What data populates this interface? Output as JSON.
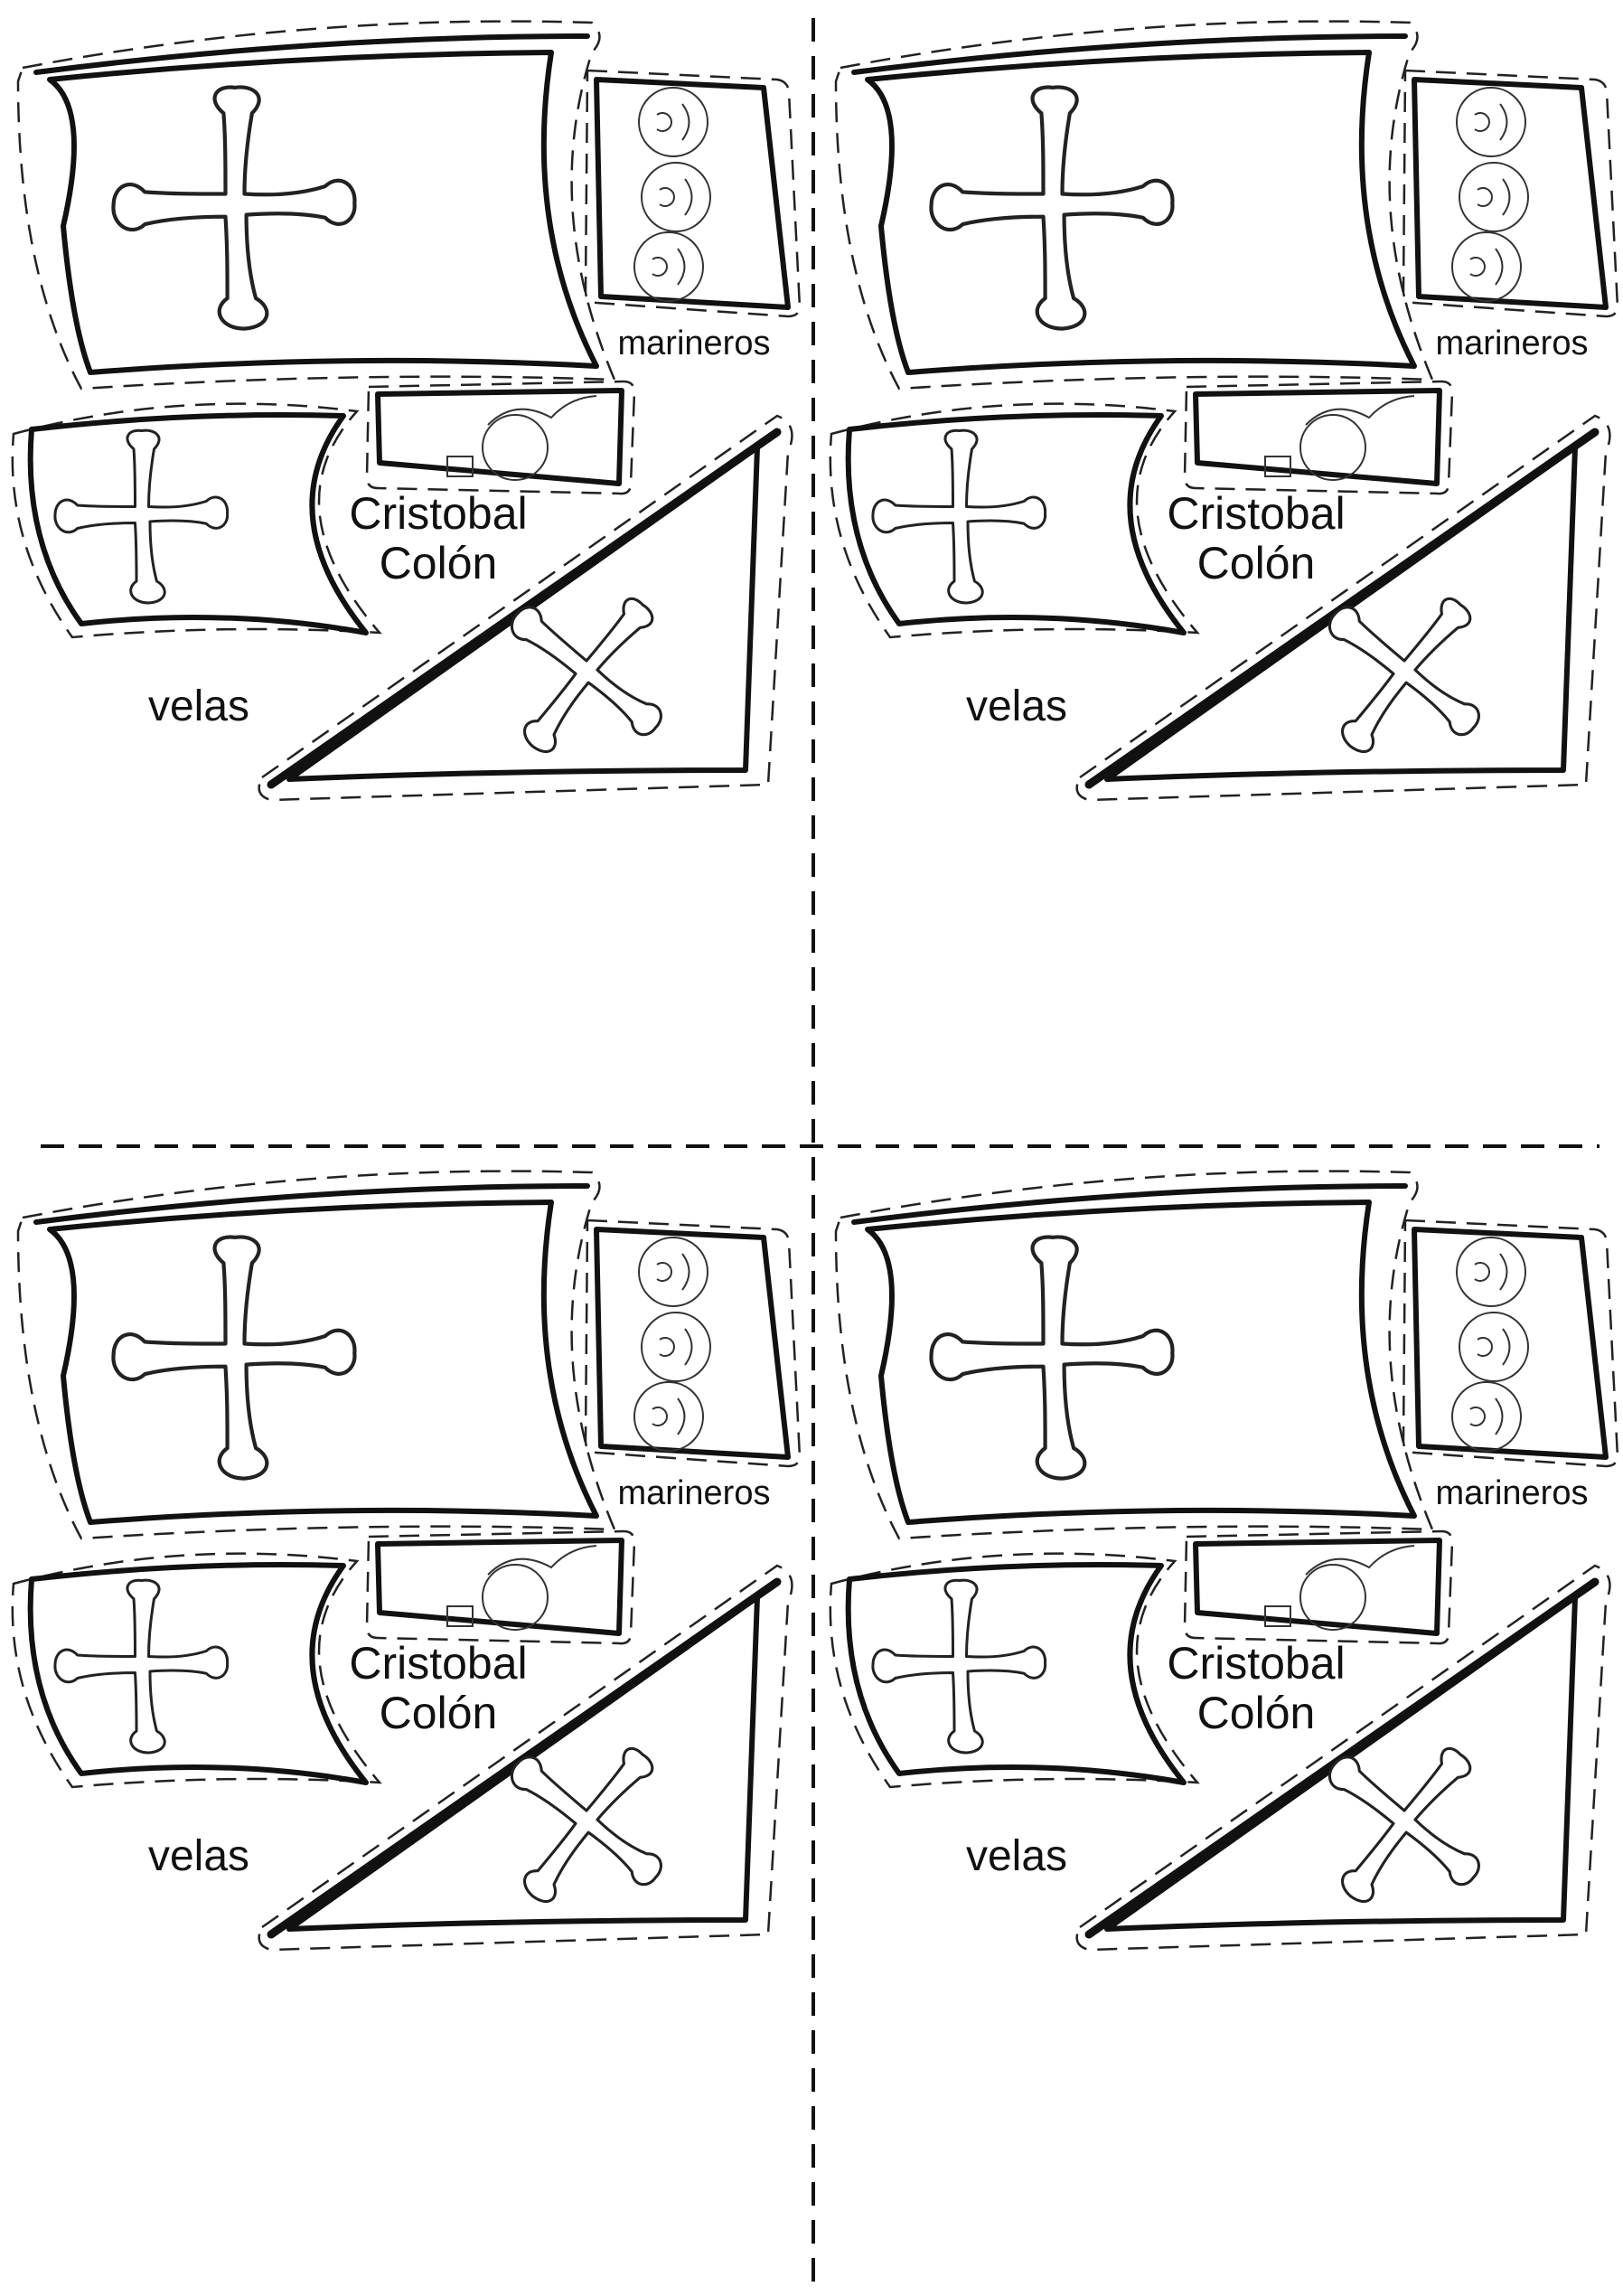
{
  "sheet": {
    "copies": [
      {
        "sailors_label": "marineros",
        "captain_label_line1": "Cristobal",
        "captain_label_line2": "Colón",
        "sails_label": "velas"
      },
      {
        "sailors_label": "marineros",
        "captain_label_line1": "Cristobal",
        "captain_label_line2": "Colón",
        "sails_label": "velas"
      },
      {
        "sailors_label": "marineros",
        "captain_label_line1": "Cristobal",
        "captain_label_line2": "Colón",
        "sails_label": "velas"
      },
      {
        "sailors_label": "marineros",
        "captain_label_line1": "Cristobal",
        "captain_label_line2": "Colón",
        "sails_label": "velas"
      }
    ]
  }
}
